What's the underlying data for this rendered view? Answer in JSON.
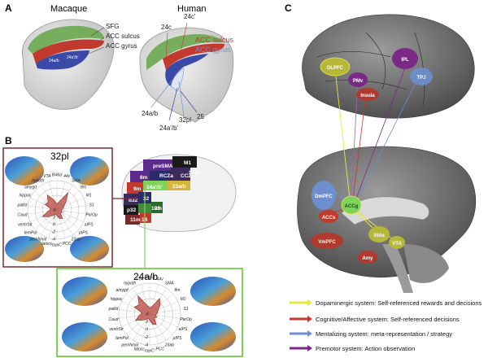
{
  "panels": {
    "a": {
      "letter": "A",
      "macaque_title": "Macaque",
      "human_title": "Human",
      "macaque_labels": {
        "sfg": "SFG",
        "acc_sulcus": "ACC sulcus",
        "acc_gyrus": "ACC gyrus",
        "a24": "24a/b",
        "a24p": "24a'/b'"
      },
      "human_labels": {
        "a24c": "24c",
        "a24cp": "24c'",
        "acc_sulcus": "ACC sulcus",
        "acc_gyrus": "ACC gyrus",
        "a24ab": "24a/b",
        "a32pl": "32pl",
        "a25": "25",
        "a24apbp": "24a'/b'"
      }
    },
    "b": {
      "letter": "B",
      "box1_title": "32pl",
      "box2_title": "24a/b",
      "center_labels": [
        "preSMA",
        "M1",
        "8m",
        "SMA",
        "RCZa",
        "CCZ",
        "9m",
        "24a'/b'",
        "23a/b",
        "d32",
        "32",
        "p32",
        "10m",
        "11m",
        "14",
        "25"
      ],
      "radar_axes": [
        "8/46d",
        "44v",
        "SMA",
        "8m",
        "M1",
        "S1",
        "ParOp",
        "aIPS",
        "pIPS",
        "23ab",
        "PCC",
        "topiC",
        "latocc",
        "perirhinal",
        "temPol",
        "ventrStr",
        "Caud",
        "pallid",
        "hippoc",
        "amygd",
        "hypoth",
        "VTA"
      ],
      "radar_ticks": [
        "-4",
        "-2",
        "0",
        "2",
        "4"
      ],
      "radar1_values": [
        0.2,
        0.3,
        0.7,
        0.4,
        0.25,
        0.2,
        0.15,
        0.2,
        0.15,
        0.35,
        0.3,
        0.2,
        0.15,
        0.2,
        0.35,
        0.55,
        0.3,
        0.2,
        0.45,
        0.4,
        0.6,
        0.35
      ],
      "radar2_values": [
        0.2,
        0.25,
        0.6,
        0.45,
        0.3,
        0.25,
        0.2,
        0.25,
        0.2,
        0.4,
        0.35,
        0.2,
        0.15,
        0.2,
        0.3,
        0.5,
        0.35,
        0.25,
        0.55,
        0.45,
        0.7,
        0.3
      ]
    },
    "c": {
      "letter": "C",
      "regions_top": [
        "DLPFC",
        "PMv",
        "Insula",
        "IPL",
        "TPJ"
      ],
      "regions_bottom": [
        "DmPFC",
        "ACCg",
        "ACCs",
        "Stria",
        "VTA",
        "VmPFC",
        "Amy"
      ],
      "legend": [
        {
          "text": "Dopaminergic system: Self-referenced rewards and decisions",
          "color": "#e6e84a"
        },
        {
          "text": "Cognitive/Affective system: Self-referenced decisions",
          "color": "#c23a2e"
        },
        {
          "text": "Mentalizing system: meta-representation / strategy",
          "color": "#6d8fd0"
        },
        {
          "text": "Premotor system: Action observation",
          "color": "#7a2a86"
        }
      ]
    }
  },
  "colors": {
    "box1_border": "#7a2a2a",
    "box2_border": "#7fd35a",
    "acc_sulcus": "#c23a2e",
    "acc_gyrus": "#6d8fd0",
    "sfg": "#6aa84f",
    "brain": "#8c8c8c"
  }
}
